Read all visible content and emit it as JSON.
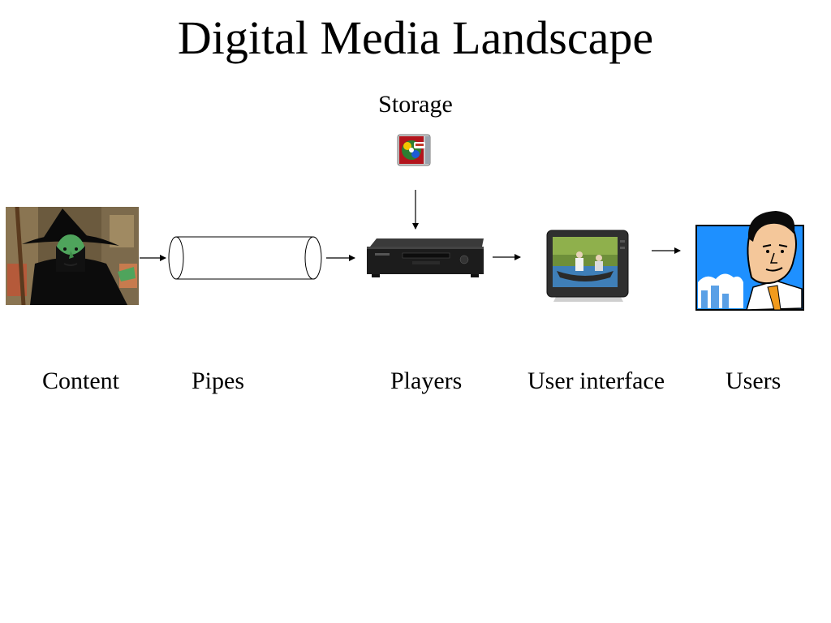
{
  "slide": {
    "title": "Digital Media Landscape",
    "storage_label": "Storage",
    "labels": {
      "content": "Content",
      "pipes": "Pipes",
      "players": "Players",
      "user_interface": "User interface",
      "users": "Users"
    }
  },
  "icons": {
    "content": "witch-photo",
    "storage": "cd-case-icon",
    "pipes": "pipe-cylinder",
    "players": "dvd-player-icon",
    "user_interface": "television-icon",
    "users": "man-cartoon-icon"
  }
}
